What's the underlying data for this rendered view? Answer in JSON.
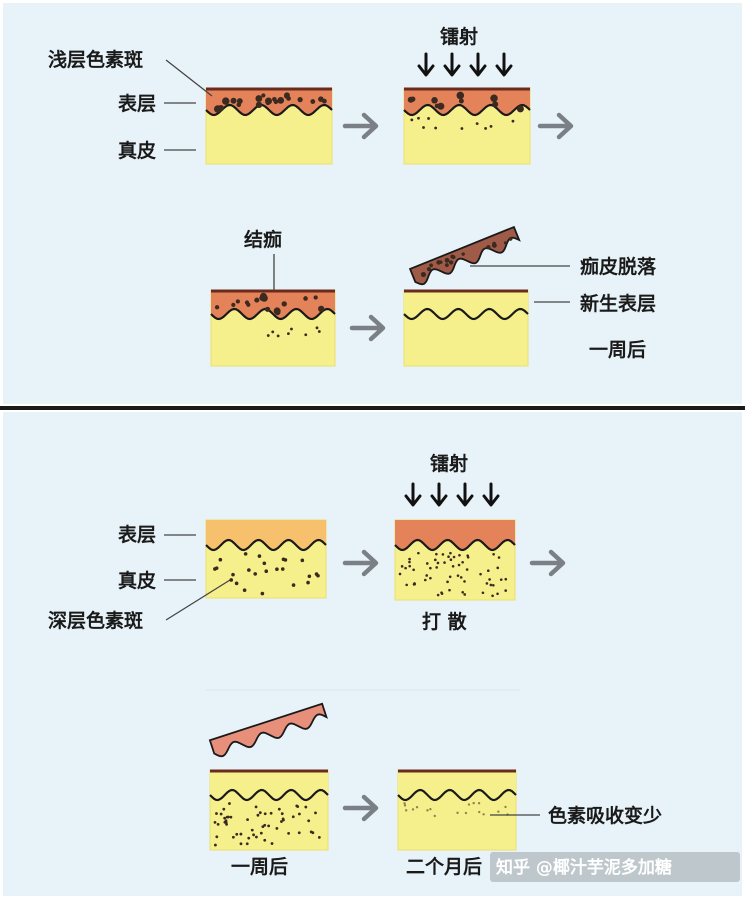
{
  "colors": {
    "panel_bg": "#e8f3f9",
    "divider": "#1a1a1a",
    "dermis": "#f5f08c",
    "dermis_edge": "#eadf6e",
    "epidermis_pigmented": "#e4825a",
    "epidermis_normal": "#f7c06c",
    "scab": "#a05a48",
    "peel": "#e88f7c",
    "dark_line": "#6b2b1c",
    "spot": "#3a2a20",
    "arrow": "#7b8087"
  },
  "top": {
    "labels": {
      "shallow_pigment": "浅层色素斑",
      "epidermis": "表层",
      "dermis": "真皮",
      "laser": "镭射",
      "scab": "结痂",
      "scab_off": "痂皮脱落",
      "new_epidermis": "新生表层",
      "one_week": "一周后"
    }
  },
  "bottom": {
    "labels": {
      "epidermis": "表层",
      "dermis": "真皮",
      "deep_pigment": "深层色素斑",
      "laser": "镭射",
      "scatter": "打 散",
      "one_week": "一周后",
      "two_months": "二个月后",
      "absorbed": "色素吸收变少"
    }
  },
  "watermark": "知乎 @椰汁芋泥多加糖"
}
